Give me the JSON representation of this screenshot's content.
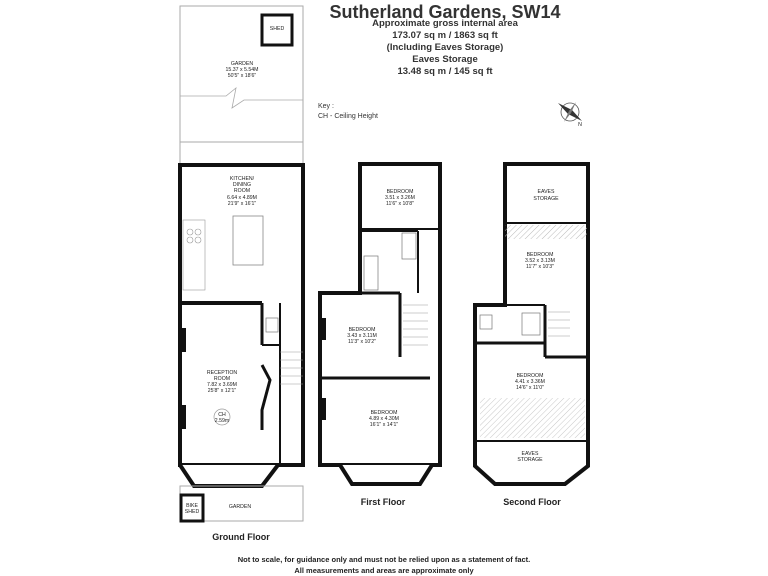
{
  "header": {
    "title": "Sutherland Gardens, SW14",
    "lines": [
      "Approximate gross internal area",
      "173.07 sq m / 1863 sq ft",
      "(Including Eaves Storage)",
      "Eaves Storage",
      "13.48 sq m / 145 sq ft"
    ]
  },
  "key": {
    "heading": "Key :",
    "entry": "CH - Ceiling Height"
  },
  "compass": {
    "label": "N"
  },
  "floors": {
    "ground": {
      "label": "Ground Floor",
      "shed": "SHED",
      "garden": [
        "GARDEN",
        "15.37 x 5.54M",
        "50'5\" x 18'6\""
      ],
      "kitchen": [
        "KITCHEN/",
        "DINING",
        "ROOM",
        "6.64 x 4.89M",
        "21'9\" x 16'1\""
      ],
      "reception": [
        "RECEPTION",
        "ROOM",
        "7.82 x 3.69M",
        "25'8\" x 12'1\""
      ],
      "ch": [
        "CH",
        "2.59m"
      ],
      "front_garden": "GARDEN",
      "bike_shed": [
        "BIKE",
        "SHED"
      ]
    },
    "first": {
      "label": "First Floor",
      "bedroom_rear": [
        "BEDROOM",
        "3.51 x 3.26M",
        "11'6\" x 10'8\""
      ],
      "bedroom_mid": [
        "BEDROOM",
        "3.43 x 3.11M",
        "11'3\" x 10'2\""
      ],
      "bedroom_front": [
        "BEDROOM",
        "4.89 x 4.30M",
        "16'1\" x 14'1\""
      ]
    },
    "second": {
      "label": "Second Floor",
      "eaves_rear": [
        "EAVES",
        "STORAGE"
      ],
      "bedroom_rear": [
        "BEDROOM",
        "3.52 x 3.13M",
        "11'7\" x 10'3\""
      ],
      "bedroom_front": [
        "BEDROOM",
        "4.41 x 3.36M",
        "14'6\" x 11'0\""
      ],
      "eaves_front": [
        "EAVES",
        "STORAGE"
      ]
    }
  },
  "footer": [
    "Not to scale, for guidance only and must not be relied upon as a statement of fact.",
    "All measurements and areas are approximate only"
  ]
}
